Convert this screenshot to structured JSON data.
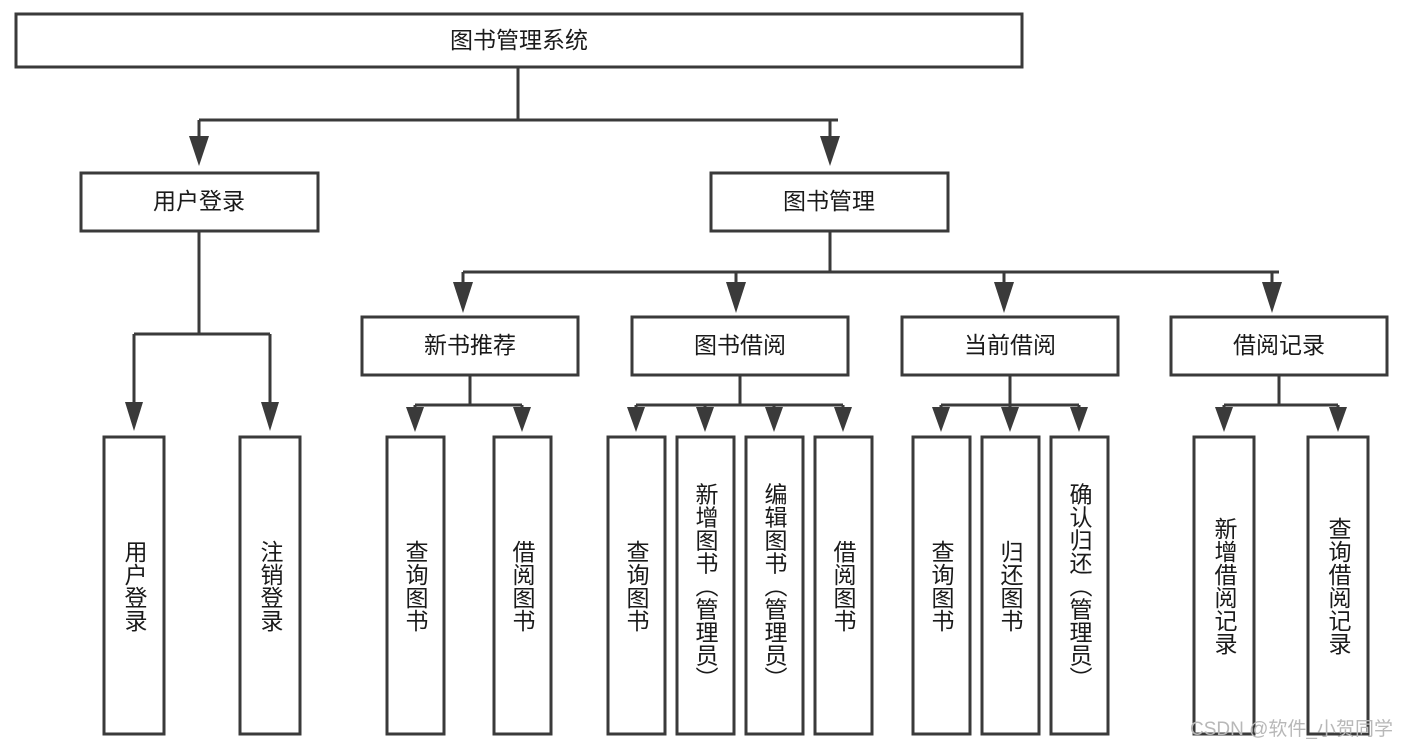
{
  "diagram": {
    "type": "tree-hierarchy",
    "title": "图书管理系统",
    "orientation": "top-down",
    "background_color": "#ffffff",
    "line_color": "#3a3a3a",
    "box_fill": "#ffffff",
    "text_color": "#1a1a1a",
    "root": {
      "id": "root",
      "label": "图书管理系统",
      "text_direction": "horizontal"
    },
    "level2": [
      {
        "id": "user-login",
        "label": "用户登录",
        "text_direction": "horizontal"
      },
      {
        "id": "book-manage",
        "label": "图书管理",
        "text_direction": "horizontal"
      }
    ],
    "level3": [
      {
        "id": "new-book-rec",
        "label": "新书推荐",
        "parent": "book-manage",
        "text_direction": "horizontal"
      },
      {
        "id": "book-borrow",
        "label": "图书借阅",
        "parent": "book-manage",
        "text_direction": "horizontal"
      },
      {
        "id": "current-borrow",
        "label": "当前借阅",
        "parent": "book-manage",
        "text_direction": "horizontal"
      },
      {
        "id": "borrow-record",
        "label": "借阅记录",
        "parent": "book-manage",
        "text_direction": "horizontal"
      }
    ],
    "leaves": [
      {
        "id": "leaf-user-login",
        "label": "用户登录",
        "parent": "user-login",
        "text_direction": "vertical"
      },
      {
        "id": "leaf-logout",
        "label": "注销登录",
        "parent": "user-login",
        "text_direction": "vertical"
      },
      {
        "id": "leaf-query-book-1",
        "label": "查询图书",
        "parent": "new-book-rec",
        "text_direction": "vertical"
      },
      {
        "id": "leaf-borrow-book-1",
        "label": "借阅图书",
        "parent": "new-book-rec",
        "text_direction": "vertical"
      },
      {
        "id": "leaf-query-book-2",
        "label": "查询图书",
        "parent": "book-borrow",
        "text_direction": "vertical"
      },
      {
        "id": "leaf-add-book",
        "label": "新增图书（管理员）",
        "parent": "book-borrow",
        "text_direction": "vertical"
      },
      {
        "id": "leaf-edit-book",
        "label": "编辑图书（管理员）",
        "parent": "book-borrow",
        "text_direction": "vertical"
      },
      {
        "id": "leaf-borrow-book-2",
        "label": "借阅图书",
        "parent": "book-borrow",
        "text_direction": "vertical"
      },
      {
        "id": "leaf-query-book-3",
        "label": "查询图书",
        "parent": "current-borrow",
        "text_direction": "vertical"
      },
      {
        "id": "leaf-return-book",
        "label": "归还图书",
        "parent": "current-borrow",
        "text_direction": "vertical"
      },
      {
        "id": "leaf-confirm-return",
        "label": "确认归还（管理员）",
        "parent": "current-borrow",
        "text_direction": "vertical"
      },
      {
        "id": "leaf-add-record",
        "label": "新增借阅记录",
        "parent": "borrow-record",
        "text_direction": "vertical"
      },
      {
        "id": "leaf-query-record",
        "label": "查询借阅记录",
        "parent": "borrow-record",
        "text_direction": "vertical"
      }
    ]
  },
  "watermark": {
    "text": "CSDN @软件_小贺同学"
  }
}
